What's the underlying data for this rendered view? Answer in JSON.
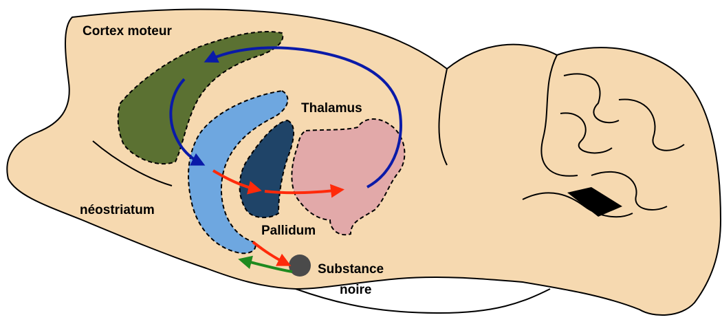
{
  "labels": {
    "cortex": "Cortex moteur",
    "thalamus": "Thalamus",
    "neostriatum": "néostriatum",
    "pallidum": "Pallidum",
    "substance_line1": "Substance",
    "substance_line2": "noire"
  },
  "colors": {
    "brain_fill": "#f6d9b0",
    "cortex_fill": "#5b7132",
    "neostriatum_fill": "#6ea7e0",
    "pallidum_fill": "#1f4468",
    "thalamus_fill": "#e2a9a9",
    "substance_fill": "#4a4a4a",
    "cortical_loop_arrow": "#0a1aa8",
    "excitatory_arrow": "#ff2a0a",
    "dopamine_arrow": "#1f8a1f"
  }
}
